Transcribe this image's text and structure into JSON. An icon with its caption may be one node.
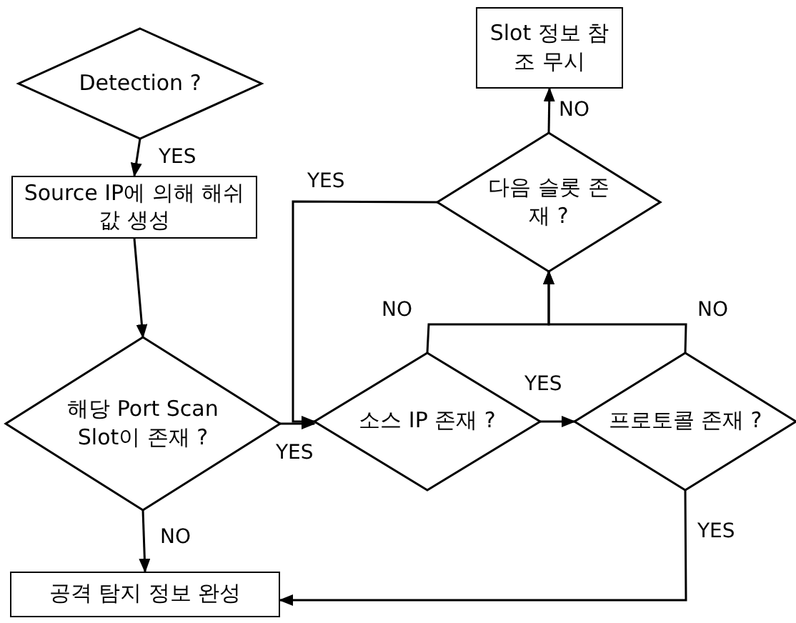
{
  "diagram": {
    "nodes": [
      {
        "text": [
          "Detection ?"
        ]
      },
      {
        "text": [
          "Source IP에 의해 해쉬 값 생성"
        ]
      },
      {
        "text": [
          "해당 Port Scan Slot이 존재 ?"
        ]
      },
      {
        "text": [
          "공격 탐지 정보 완성"
        ]
      },
      {
        "text": [
          "Slot 정보 참조 무시"
        ]
      },
      {
        "text": [
          "다음 슬롯 존재 ?"
        ]
      },
      {
        "text": [
          "소스 IP 존재 ?"
        ]
      },
      {
        "text": [
          "프로토콜 존재 ?"
        ]
      }
    ],
    "edges": [
      {
        "from": 0,
        "to": 1,
        "arrow": "to",
        "label": "YES"
      },
      {
        "from": 1,
        "to": 2,
        "arrow": "to"
      },
      {
        "from": 2,
        "to": 3,
        "arrow": "to",
        "label": "NO"
      },
      {
        "from": 2,
        "to": 6,
        "arrow": "to",
        "label": "YES"
      },
      {
        "from": 5,
        "to": 4,
        "arrow": "to",
        "label": "NO"
      },
      {
        "from": 5,
        "to": 6,
        "arrow": "to",
        "label": "YES"
      },
      {
        "from": 6,
        "to": 7,
        "arrow": "to",
        "label": "YES"
      },
      {
        "from": 6,
        "to": 5,
        "arrow": "to",
        "label": "NO"
      },
      {
        "from": 7,
        "to": 5,
        "arrow": "to",
        "label": "NO"
      },
      {
        "from": 7,
        "to": 3,
        "arrow": "to",
        "label": "YES"
      }
    ]
  }
}
